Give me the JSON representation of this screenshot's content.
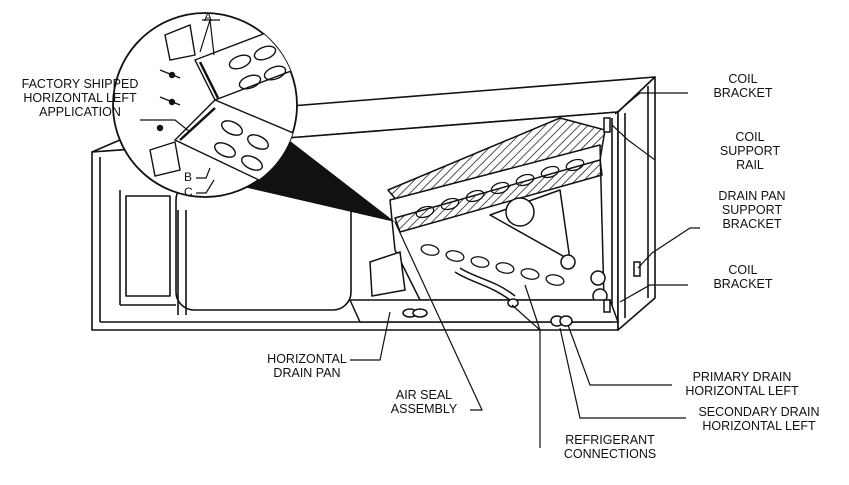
{
  "callouts": {
    "factory_shipped": [
      "FACTORY SHIPPED",
      "HORIZONTAL LEFT",
      "APPLICATION"
    ],
    "coil_bracket_top": [
      "COIL",
      "BRACKET"
    ],
    "coil_support_rail": [
      "COIL",
      "SUPPORT",
      "RAIL"
    ],
    "drain_pan_support_bracket": [
      "DRAIN PAN",
      "SUPPORT",
      "BRACKET"
    ],
    "coil_bracket_bottom": [
      "COIL",
      "BRACKET"
    ],
    "horizontal_drain_pan": [
      "HORIZONTAL",
      "DRAIN PAN"
    ],
    "air_seal_assembly": [
      "AIR SEAL",
      "ASSEMBLY"
    ],
    "refrigerant_connections": [
      "REFRIGERANT",
      "CONNECTIONS"
    ],
    "primary_drain": [
      "PRIMARY DRAIN",
      "HORIZONTAL LEFT"
    ],
    "secondary_drain": [
      "SECONDARY DRAIN",
      "HORIZONTAL LEFT"
    ]
  },
  "detail_letters": {
    "a": "A",
    "b": "B",
    "c": "C"
  }
}
